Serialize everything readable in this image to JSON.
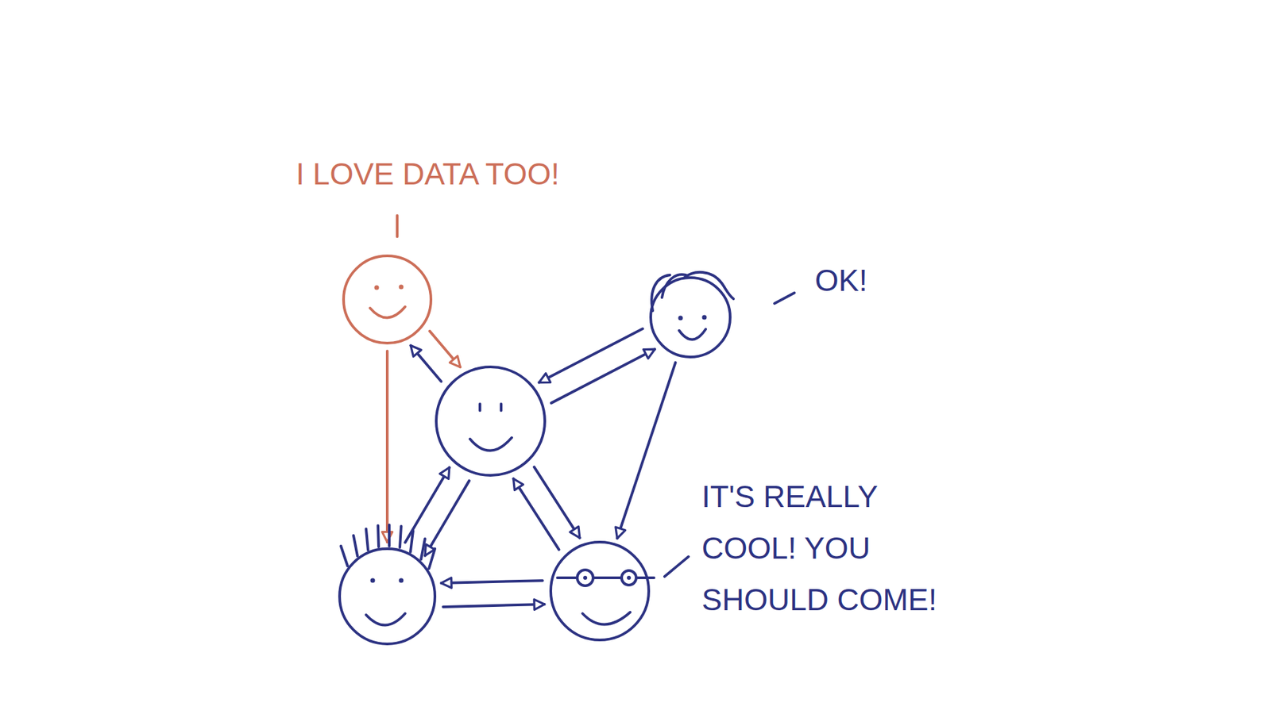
{
  "diagram": {
    "nodes": [
      {
        "text": [
          "I LOVE DATA TOO!"
        ]
      },
      {
        "text": [
          "OK!"
        ]
      },
      {
        "text": []
      },
      {
        "text": []
      },
      {
        "text": [
          "IT'S REALLY COOL! YOU SHOULD COME!"
        ]
      }
    ],
    "edges": [
      {
        "from": 0,
        "to": 2,
        "arrow": "to"
      },
      {
        "from": 2,
        "to": 0,
        "arrow": "to"
      },
      {
        "from": 0,
        "to": 3,
        "arrow": "to"
      },
      {
        "from": 1,
        "to": 2,
        "arrow": "to"
      },
      {
        "from": 2,
        "to": 1,
        "arrow": "to"
      },
      {
        "from": 1,
        "to": 4,
        "arrow": "to"
      },
      {
        "from": 2,
        "to": 3,
        "arrow": "to"
      },
      {
        "from": 3,
        "to": 2,
        "arrow": "to"
      },
      {
        "from": 2,
        "to": 4,
        "arrow": "to"
      },
      {
        "from": 4,
        "to": 2,
        "arrow": "to"
      },
      {
        "from": 4,
        "to": 3,
        "arrow": "to"
      },
      {
        "from": 3,
        "to": 4,
        "arrow": "to"
      }
    ]
  }
}
